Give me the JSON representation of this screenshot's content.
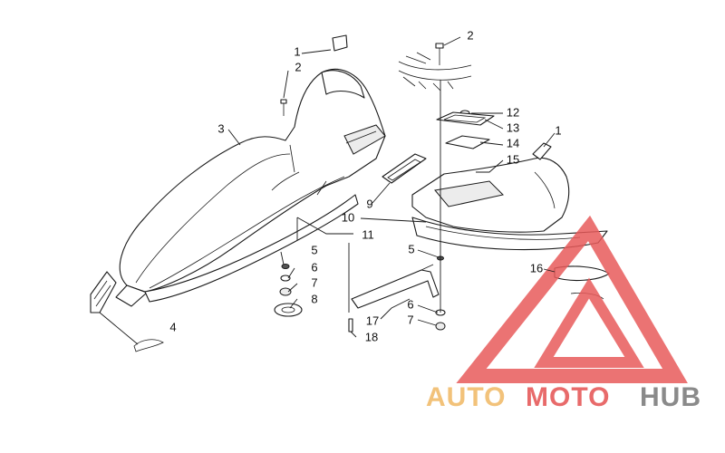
{
  "diagram": {
    "callouts": [
      {
        "id": "c1a",
        "label": "1"
      },
      {
        "id": "c2a",
        "label": "2"
      },
      {
        "id": "c3",
        "label": "3"
      },
      {
        "id": "c4",
        "label": "4"
      },
      {
        "id": "c5a",
        "label": "5"
      },
      {
        "id": "c6a",
        "label": "6"
      },
      {
        "id": "c7a",
        "label": "7"
      },
      {
        "id": "c8",
        "label": "8"
      },
      {
        "id": "c11",
        "label": "11"
      },
      {
        "id": "c2b",
        "label": "2"
      },
      {
        "id": "c12",
        "label": "12"
      },
      {
        "id": "c13",
        "label": "13"
      },
      {
        "id": "c14",
        "label": "14"
      },
      {
        "id": "c15",
        "label": "15"
      },
      {
        "id": "c1b",
        "label": "1"
      },
      {
        "id": "c9",
        "label": "9"
      },
      {
        "id": "c10",
        "label": "10"
      },
      {
        "id": "c5b",
        "label": "5"
      },
      {
        "id": "c16",
        "label": "16"
      },
      {
        "id": "c6b",
        "label": "6"
      },
      {
        "id": "c7b",
        "label": "7"
      },
      {
        "id": "c17",
        "label": "17"
      },
      {
        "id": "c18",
        "label": "18"
      }
    ]
  },
  "watermark": {
    "part1": "AUTO",
    "part2": "MOTO",
    "part3": "HUB",
    "colors": {
      "auto": "#f2c27a",
      "moto": "#e86a6a",
      "hub": "#8a8a8a",
      "triangle": "#e85a5a"
    }
  }
}
